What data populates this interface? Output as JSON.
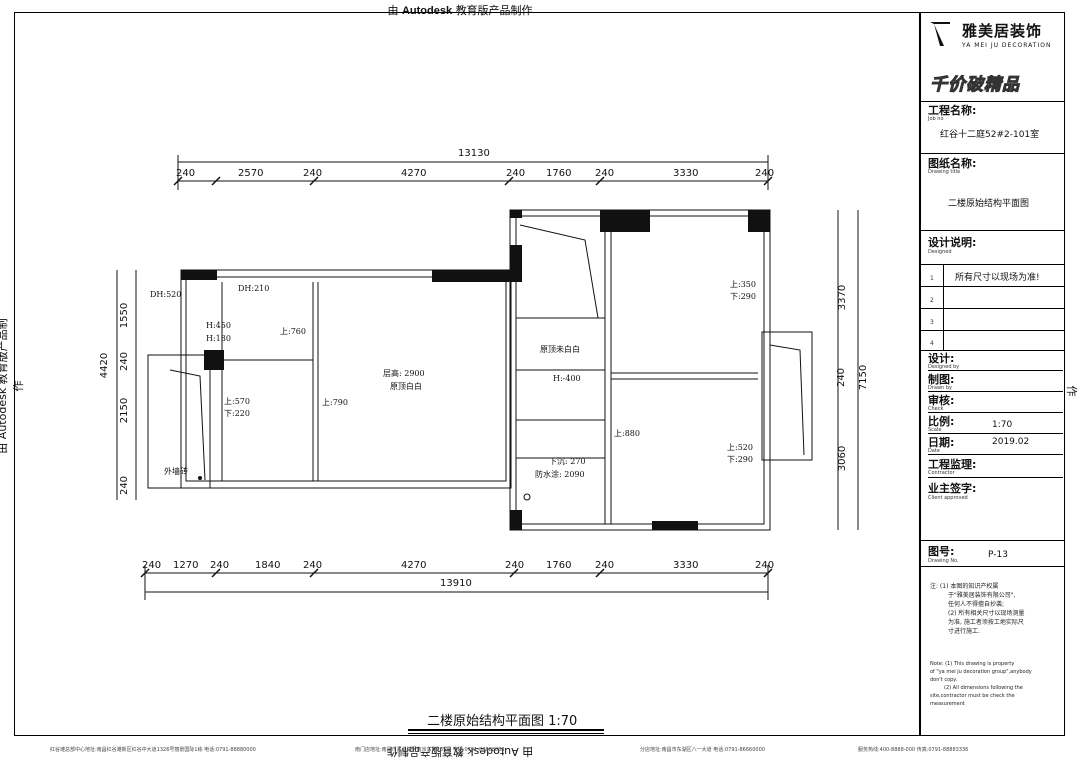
{
  "watermark": {
    "top_prefix": "由",
    "top_brand": "Autodesk",
    "top_suffix": "教育版产品制作",
    "bottom": "由 Autodesk 教育版产品制作",
    "side": "由 Autodesk 教育版产品制作"
  },
  "title_block": {
    "company_cn": "雅美居装饰",
    "company_en": "YA MEI JU DECORATION",
    "brand_slogan": "千价破精品",
    "job_label": "工程名称:",
    "job_sub": "Job  no",
    "job_value": "红谷十二庭52#2-101室",
    "drawing_label": "图纸名称:",
    "drawing_sub": "Drawing title",
    "drawing_value": "二楼原始结构平面图",
    "design_label": "设计说明:",
    "design_sub": "Designed",
    "notes_rows": [
      {
        "no": "1",
        "text": "所有尺寸以现场为准!"
      },
      {
        "no": "2",
        "text": ""
      },
      {
        "no": "3",
        "text": ""
      },
      {
        "no": "4",
        "text": ""
      }
    ],
    "designer_label": "设计:",
    "designer_sub": "Designed by",
    "drawn_label": "制图:",
    "drawn_sub": "Drawn by",
    "check_label": "审核:",
    "check_sub": "Check",
    "scale_label": "比例:",
    "scale_sub": "Scale",
    "scale_value": "1:70",
    "date_label": "日期:",
    "date_sub": "Date",
    "date_value": "2019.02",
    "contractor_label": "工程监理:",
    "contractor_sub": "Contractor",
    "client_label": "业主签字:",
    "client_sub": "Client approved",
    "drawing_no_label": "图号:",
    "drawing_no_sub": "Drawing No.",
    "drawing_no_value": "P-13",
    "note_cn": [
      "注: (1) 本图的知识产权属",
      "于\"雅美居装饰有限公司\",",
      "任何人不得擅自抄袭;",
      "(2) 所有相关尺寸以现场测量",
      "为准, 施工者须按工地实际尺",
      "寸进行施工."
    ],
    "note_en": [
      "Note: (1) This drawing is property",
      "of \"ya mei ju decoration group\",anybody",
      "don't copy.",
      "(2) All dimensions following the",
      "site,contractor must be check the",
      "measurement"
    ]
  },
  "drawing_title": "二楼原始结构平面图 1:70",
  "dims": {
    "top_total": "13130",
    "top": [
      "240",
      "2570",
      "240",
      "4270",
      "240",
      "1760",
      "240",
      "3330",
      "240"
    ],
    "bottom_total": "13910",
    "bottom": [
      "240",
      "1270",
      "240",
      "1840",
      "240",
      "4270",
      "240",
      "1760",
      "240",
      "3330",
      "240"
    ],
    "left_total": "4420",
    "left": [
      "1550",
      "240",
      "2150",
      "240"
    ],
    "right_total": "7150",
    "right": [
      "3370",
      "240",
      "3060"
    ]
  },
  "room_labels": {
    "dh520": "DH:520",
    "dh210": "DH:210",
    "h450": "H:450",
    "h180": "H:180",
    "up760": "上:760",
    "up570": "上:570",
    "down220": "下:220",
    "up790": "上:790",
    "floor_height": "层高: 2900",
    "top_raw_1": "原顶白白",
    "top_raw_2": "原顶未白白",
    "h400": "H:-400",
    "up880": "上:880",
    "up350": "上:350",
    "down290a": "下:290",
    "up520": "上:520",
    "down290b": "下:290",
    "down270": "下沉: 270",
    "waterproof": "防水涂: 2090",
    "outer_brick": "外墙砖"
  },
  "footer": {
    "left": "红谷滩总部中心地址:南昌红谷滩新区红谷中大道1326号丽景国际1栋 电话:0791-88880000",
    "mid": "南门店地址:南昌市青山湖区南京东路235号 电话:0791-88888888",
    "mid2": "分店地址:南昌市东湖区八一大道 电话:0791-86660000",
    "right": "服务热线:400-8888-000 传真:0791-88883336"
  }
}
